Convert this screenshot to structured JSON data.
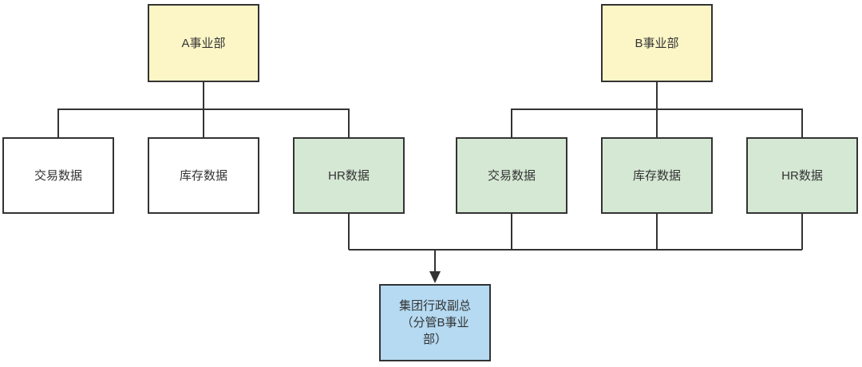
{
  "diagram": {
    "title": "Division data access diagram",
    "colors": {
      "division_fill": "#fcf6c7",
      "shared_data_fill": "#d5e8d4",
      "plain_data_fill": "#ffffff",
      "vp_fill": "#b5daf2",
      "border": "#333333",
      "text": "#333333",
      "connector": "#333333",
      "background": "#ffffff"
    },
    "nodes": {
      "division_a": {
        "label": "A事业部"
      },
      "a_transaction": {
        "label": "交易数据"
      },
      "a_inventory": {
        "label": "库存数据"
      },
      "a_hr": {
        "label": "HR数据"
      },
      "division_b": {
        "label": "B事业部"
      },
      "b_transaction": {
        "label": "交易数据"
      },
      "b_inventory": {
        "label": "库存数据"
      },
      "b_hr": {
        "label": "HR数据"
      },
      "group_vp": {
        "label": "集团行政副总（分管B事业部）",
        "lines": [
          "集团行政副总",
          "（分管B事业",
          "部）"
        ]
      }
    },
    "edges": [
      {
        "from": "division_a",
        "to": "a_transaction",
        "arrow": false
      },
      {
        "from": "division_a",
        "to": "a_inventory",
        "arrow": false
      },
      {
        "from": "division_a",
        "to": "a_hr",
        "arrow": false
      },
      {
        "from": "division_b",
        "to": "b_transaction",
        "arrow": false
      },
      {
        "from": "division_b",
        "to": "b_inventory",
        "arrow": false
      },
      {
        "from": "division_b",
        "to": "b_hr",
        "arrow": false
      },
      {
        "from": "a_hr",
        "to": "group_vp",
        "arrow": true
      },
      {
        "from": "b_transaction",
        "to": "group_vp",
        "arrow": true
      },
      {
        "from": "b_inventory",
        "to": "group_vp",
        "arrow": true
      },
      {
        "from": "b_hr",
        "to": "group_vp",
        "arrow": true
      }
    ]
  }
}
